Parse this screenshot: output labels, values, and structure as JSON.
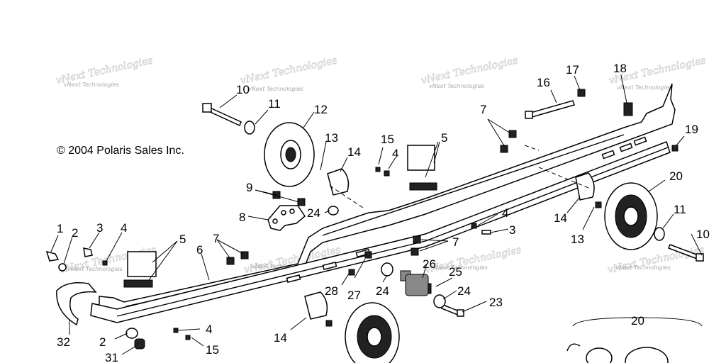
{
  "copyright": "© 2004 Polaris Sales Inc.",
  "watermark": "vNext Technologies",
  "callouts": [
    {
      "id": "c10a",
      "label": "10"
    },
    {
      "id": "c11a",
      "label": "11"
    },
    {
      "id": "c12",
      "label": "12"
    },
    {
      "id": "c13a",
      "label": "13"
    },
    {
      "id": "c14a",
      "label": "14"
    },
    {
      "id": "c15a",
      "label": "15"
    },
    {
      "id": "c4a",
      "label": "4"
    },
    {
      "id": "c5a",
      "label": "5"
    },
    {
      "id": "c7a",
      "label": "7"
    },
    {
      "id": "c16",
      "label": "16"
    },
    {
      "id": "c17",
      "label": "17"
    },
    {
      "id": "c18",
      "label": "18"
    },
    {
      "id": "c19",
      "label": "19"
    },
    {
      "id": "c20a",
      "label": "20"
    },
    {
      "id": "c11b",
      "label": "11"
    },
    {
      "id": "c10b",
      "label": "10"
    },
    {
      "id": "c13b",
      "label": "13"
    },
    {
      "id": "c14b",
      "label": "14"
    },
    {
      "id": "c4b",
      "label": "4"
    },
    {
      "id": "c3a",
      "label": "3"
    },
    {
      "id": "c9",
      "label": "9"
    },
    {
      "id": "c8",
      "label": "8"
    },
    {
      "id": "c24a",
      "label": "24"
    },
    {
      "id": "c7b",
      "label": "7"
    },
    {
      "id": "c7c",
      "label": "7"
    },
    {
      "id": "c1",
      "label": "1"
    },
    {
      "id": "c2a",
      "label": "2"
    },
    {
      "id": "c3b",
      "label": "3"
    },
    {
      "id": "c4c",
      "label": "4"
    },
    {
      "id": "c5b",
      "label": "5"
    },
    {
      "id": "c6",
      "label": "6"
    },
    {
      "id": "c26",
      "label": "26"
    },
    {
      "id": "c25",
      "label": "25"
    },
    {
      "id": "c28",
      "label": "28"
    },
    {
      "id": "c27",
      "label": "27"
    },
    {
      "id": "c24b",
      "label": "24"
    },
    {
      "id": "c24c",
      "label": "24"
    },
    {
      "id": "c23",
      "label": "23"
    },
    {
      "id": "c14c",
      "label": "14"
    },
    {
      "id": "c20b",
      "label": "20"
    },
    {
      "id": "c32",
      "label": "32"
    },
    {
      "id": "c2b",
      "label": "2"
    },
    {
      "id": "c4d",
      "label": "4"
    },
    {
      "id": "c15b",
      "label": "15"
    },
    {
      "id": "c31",
      "label": "31"
    }
  ]
}
